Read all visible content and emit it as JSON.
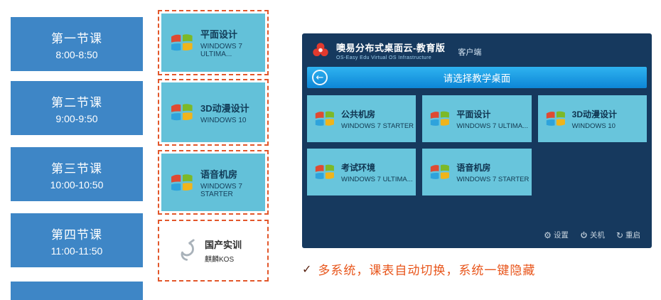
{
  "schedule": {
    "items": [
      {
        "title": "第一节课",
        "time": "8:00-8:50"
      },
      {
        "title": "第二节课",
        "time": "9:00-9:50"
      },
      {
        "title": "第三节课",
        "time": "10:00-10:50"
      },
      {
        "title": "第四节课",
        "time": "11:00-11:50"
      }
    ]
  },
  "desktop_cards": {
    "items": [
      {
        "name": "平面设计",
        "os": "WINDOWS 7 ULTIMA...",
        "icon": "windows-logo"
      },
      {
        "name": "3D动漫设计",
        "os": "WINDOWS 10",
        "icon": "windows-logo"
      },
      {
        "name": "语音机房",
        "os": "WINDOWS 7 STARTER",
        "icon": "windows-logo"
      },
      {
        "name": "国产实训",
        "os": "麒麟KOS",
        "icon": "kylin-logo"
      }
    ]
  },
  "client_window": {
    "header": {
      "title": "噢易分布式桌面云-教育版",
      "subtitle": "OS-Easy Edu Virtual OS Infrastructure",
      "client_tag": "客户端"
    },
    "banner": {
      "text": "请选择教学桌面"
    },
    "tiles": [
      {
        "name": "公共机房",
        "os": "WINDOWS 7 STARTER"
      },
      {
        "name": "平面设计",
        "os": "WINDOWS 7 ULTIMA..."
      },
      {
        "name": "3D动漫设计",
        "os": "WINDOWS 10"
      },
      {
        "name": "考试环境",
        "os": "WINDOWS 7 ULTIMA..."
      },
      {
        "name": "语音机房",
        "os": "WINDOWS 7 STARTER"
      }
    ],
    "footer": {
      "settings": "设置",
      "shutdown": "关机",
      "restart": "重启"
    }
  },
  "caption": {
    "check": "✓",
    "text": "多系统，课表自动切换，系统一键隐藏"
  },
  "icons": {
    "back": "←",
    "gear": "⚙",
    "restart": "↻"
  },
  "colors": {
    "schedule_blue": "#3e86c6",
    "tile_teal": "#63c1d9",
    "dashed_orange": "#e2572b",
    "window_navy": "#16395e",
    "banner_blue": "#159ee4",
    "caption_orange": "#e8561c",
    "logo_red": "#e23a2e"
  }
}
